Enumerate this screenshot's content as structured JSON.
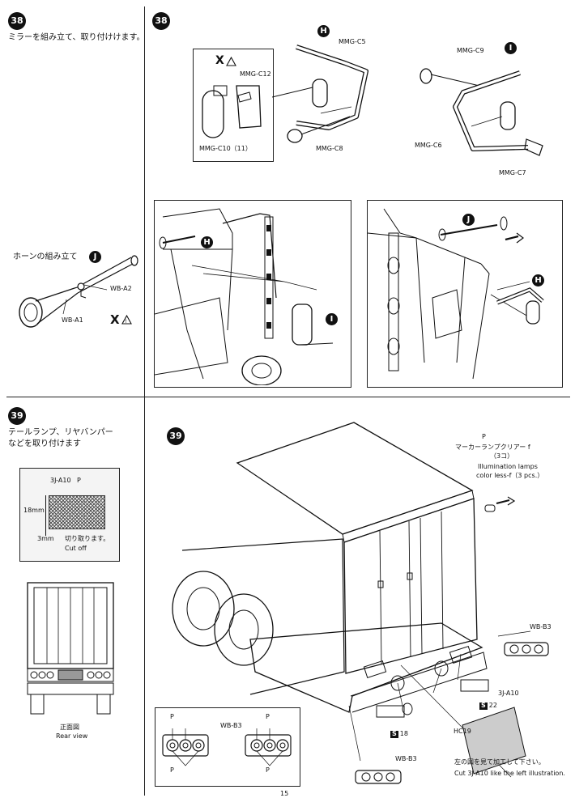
{
  "step38": {
    "number": "38",
    "instruction": "ミラーを組み立て、取り付けけます。",
    "horn_title": "ホーンの組み立て",
    "horn_marker": "J",
    "parts": {
      "c5": "MMG-C5",
      "c12": "MMG-C12",
      "c10": "MMG-C10（11）",
      "c8": "MMG-C8",
      "c9": "MMG-C9",
      "c6": "MMG-C6",
      "c7": "MMG-C7",
      "wb_a2": "WB-A2",
      "wb_a1": "WB-A1"
    },
    "markers": {
      "h": "H",
      "i": "I",
      "j": "J"
    },
    "x_mark": "X"
  },
  "step39": {
    "number": "39",
    "instruction_line1": "テールランプ、リヤバンパー",
    "instruction_line2": "などを取り付けます",
    "cut_part": "3J-A10",
    "dim_18": "18mm",
    "dim_3": "3mm",
    "cut_jp": "切り取ります。",
    "cut_en": "Cut off",
    "rear_jp": "正面図",
    "rear_en": "Rear view",
    "p_label": "P",
    "marker_jp": "マーカーランプクリアー f",
    "marker_qty": "（3コ）",
    "illum_line1": "Illumination lamps",
    "illum_line2": "color less-f（3 pcs.）",
    "wb_b3": "WB-B3",
    "hc19": "HC19",
    "s18": "18",
    "s22": "22",
    "s_tag": "S",
    "left_note_jp": "左の図を見て加工して下さい。",
    "left_note_en": "Cut 3J-A10 like the left illustration."
  },
  "page_number": "15"
}
